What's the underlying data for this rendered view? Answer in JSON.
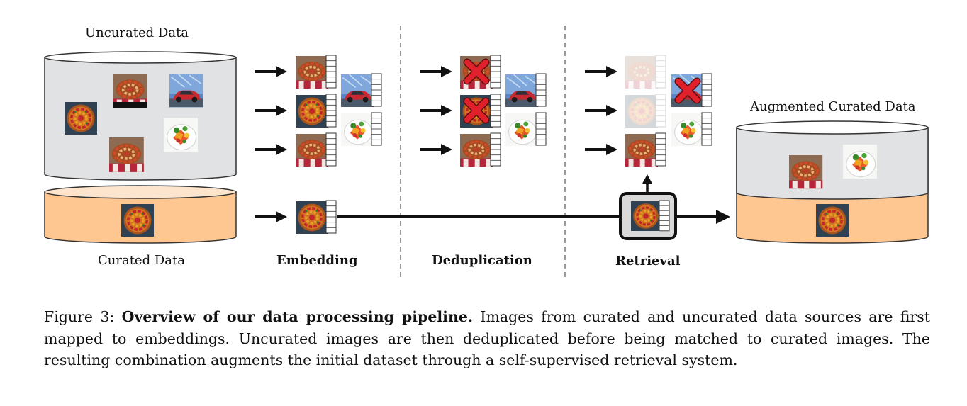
{
  "labels": {
    "uncurated": "Uncurated Data",
    "curated": "Curated Data",
    "augmented": "Augmented Curated Data",
    "embedding": "Embedding",
    "deduplication": "Deduplication",
    "retrieval": "Retrieval"
  },
  "caption": {
    "prefix": "Figure 3: ",
    "title": "Overview of our data processing pipeline.",
    "text": " Images from curated and uncurated data sources are first mapped to embeddings. Uncurated images are then deduplicated before being matched to curated images. The resulting combination augments the initial dataset through a self-supervised retrieval system."
  },
  "colors": {
    "uncurated_fill": "#e1e2e4",
    "curated_fill": "#fec690",
    "curated_top": "#fde4cc",
    "cross": "#e0202a",
    "line": "#111111"
  },
  "icons": [
    "tart-image-icon",
    "car-image-icon",
    "salad-image-icon",
    "cross-icon",
    "arrow-icon"
  ]
}
